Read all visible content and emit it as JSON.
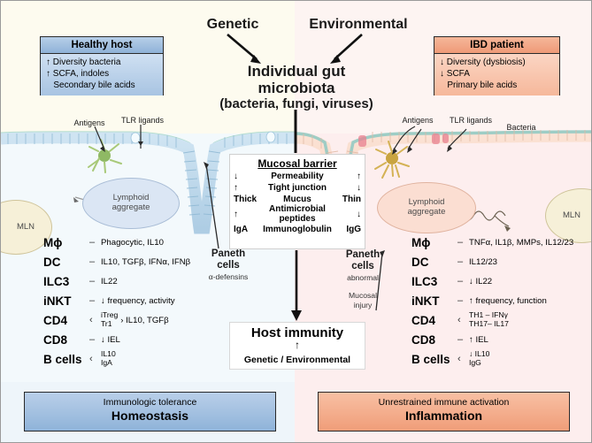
{
  "title_block": {
    "genetic": "Genetic",
    "environmental": "Environmental",
    "main_l1": "Individual gut",
    "main_l2": "microbiota",
    "main_l3": "(bacteria, fungi, viruses)"
  },
  "healthy_box": {
    "header": "Healthy host",
    "lines": [
      "↑ Diversity bacteria",
      "↑ SCFA, indoles",
      "   Secondary bile acids"
    ]
  },
  "ibd_box": {
    "header": "IBD patient",
    "lines": [
      "↓ Diversity (dysbiosis)",
      "↓ SCFA",
      "   Primary bile acids"
    ]
  },
  "barrier": {
    "title": "Mucosal barrier",
    "rows": [
      {
        "left": "↓",
        "mid": "Permeability",
        "right": "↑"
      },
      {
        "left": "↑",
        "mid": "Tight junction",
        "right": "↓"
      },
      {
        "left": "Thick",
        "mid": "Mucus",
        "right": "Thin"
      },
      {
        "left": "↑",
        "mid": "Antimicrobial peptides",
        "right": "↓"
      },
      {
        "left": "IgA",
        "mid": "Immunoglobulin",
        "right": "IgG"
      }
    ]
  },
  "host_immunity": {
    "title": "Host immunity",
    "arrow": "↑",
    "subtitle": "Genetic / Environmental"
  },
  "anatomy_left": {
    "antigens": "Antigens",
    "tlr": "TLR ligands",
    "mln": "MLN",
    "lymphoid": "Lymphoid\naggregate",
    "paneth_l1": "Paneth",
    "paneth_l2": "cells",
    "paneth_sub": "α-defensins"
  },
  "anatomy_right": {
    "antigens": "Antigens",
    "tlr": "TLR ligands",
    "bacteria": "Bacteria",
    "mln": "MLN",
    "lymphoid": "Lymphoid\naggregate",
    "paneth_l1": "Paneth",
    "paneth_l2": "cells",
    "paneth_sub": "abnormal",
    "injury_l1": "Mucosal",
    "injury_l2": "injury"
  },
  "cells_left": [
    {
      "name": "Mϕ",
      "sep": "–",
      "desc": "Phagocytic, IL10"
    },
    {
      "name": "DC",
      "sep": "–",
      "desc": "IL10, TGFβ, IFNα, IFNβ"
    },
    {
      "name": "ILC3",
      "sep": "–",
      "desc": "IL22"
    },
    {
      "name": "iNKT",
      "sep": "–",
      "desc": "↓ frequency, activity"
    },
    {
      "name": "CD4",
      "sep": "‹",
      "stack": [
        "iTreg",
        "Tr1"
      ],
      "after": "› IL10, TGFβ"
    },
    {
      "name": "CD8",
      "sep": "–",
      "desc": "↓ IEL"
    },
    {
      "name": "B cells",
      "sep": "‹",
      "stack": [
        "IL10",
        "IgA"
      ],
      "after": ""
    }
  ],
  "cells_right": [
    {
      "name": "Mϕ",
      "sep": "–",
      "desc": "TNFα, IL1β, MMPs, IL12/23"
    },
    {
      "name": "DC",
      "sep": "–",
      "desc": "IL12/23"
    },
    {
      "name": "ILC3",
      "sep": "–",
      "desc": "↓ IL22"
    },
    {
      "name": "iNKT",
      "sep": "–",
      "desc": "↑ frequency, function"
    },
    {
      "name": "CD4",
      "sep": "‹",
      "stack": [
        "TH1 – IFNγ",
        "TH17– IL17"
      ],
      "after": ""
    },
    {
      "name": "CD8",
      "sep": "–",
      "desc": "↑ IEL"
    },
    {
      "name": "B cells",
      "sep": "‹",
      "stack": [
        "↓ IL10",
        "IgG"
      ],
      "after": ""
    }
  ],
  "footer_left": {
    "line1": "Immunologic tolerance",
    "line2": "Homeostasis"
  },
  "footer_right": {
    "line1": "Unrestrained immune activation",
    "line2": "Inflammation"
  },
  "colors": {
    "healthy_accent": "#8fb2d8",
    "ibd_accent": "#ef9a77",
    "bg_left": "#fdfbef",
    "bg_right": "#fdf4f2",
    "lamina_left": "#f3f9fc",
    "lamina_right": "#fdeeee"
  }
}
